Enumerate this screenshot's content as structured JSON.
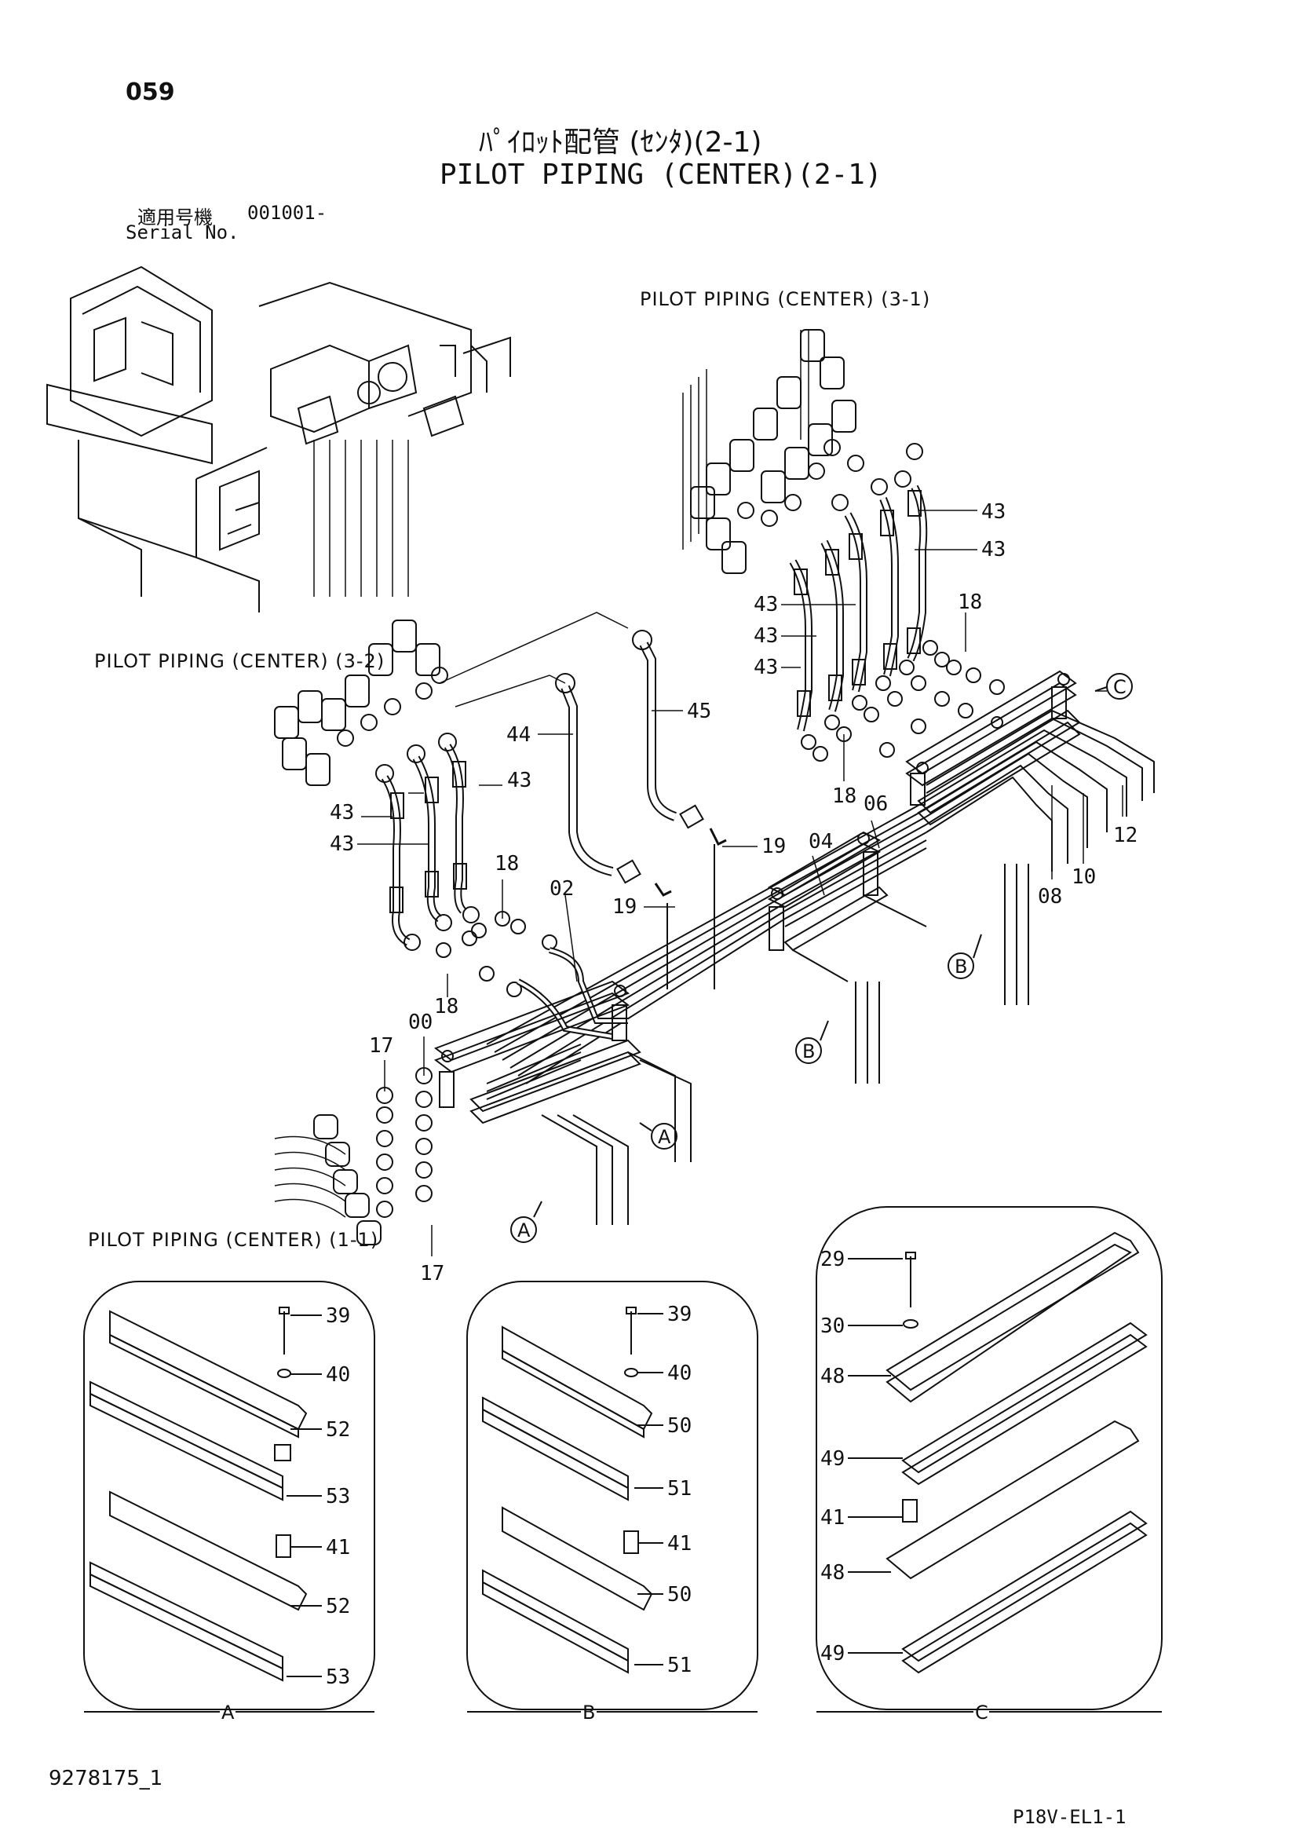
{
  "header": {
    "page_number": "059",
    "title_jp": "ﾊﾟｲﾛｯﾄ配管 (ｾﾝﾀ)(2-1)",
    "title_en": "PILOT PIPING (CENTER)(2-1)",
    "serial_label_jp": "適用号機",
    "serial_value": "001001-",
    "serial_label_en": "Serial No."
  },
  "references": {
    "ref_3_1": "PILOT PIPING (CENTER) (3-1)",
    "ref_3_2": "PILOT PIPING (CENTER) (3-2)",
    "ref_1_1": "PILOT PIPING (CENTER) (1-1)"
  },
  "callouts": {
    "c43a": "43",
    "c43b": "43",
    "c43c": "43",
    "c43d": "43",
    "c43e": "43",
    "c43f": "43",
    "c43g": "43",
    "c43h": "43",
    "c18a": "18",
    "c18b": "18",
    "c18c": "18",
    "c18d": "18",
    "c45": "45",
    "c44": "44",
    "c19a": "19",
    "c19b": "19",
    "c04": "04",
    "c06": "06",
    "c08": "08",
    "c10": "10",
    "c12": "12",
    "c02": "02",
    "c00": "00",
    "c17a": "17",
    "c17b": "17"
  },
  "view_markers": {
    "a": "A",
    "b": "B",
    "c": "C"
  },
  "details": {
    "a": {
      "label": "A",
      "parts": [
        "39",
        "40",
        "52",
        "53",
        "41",
        "52",
        "53"
      ]
    },
    "b": {
      "label": "B",
      "parts": [
        "39",
        "40",
        "50",
        "51",
        "41",
        "50",
        "51"
      ]
    },
    "c": {
      "label": "C",
      "parts": [
        "29",
        "30",
        "48",
        "49",
        "41",
        "48",
        "49"
      ]
    }
  },
  "footer": {
    "document_number": "9278175_1",
    "figure_code": "P18V-EL1-1"
  }
}
